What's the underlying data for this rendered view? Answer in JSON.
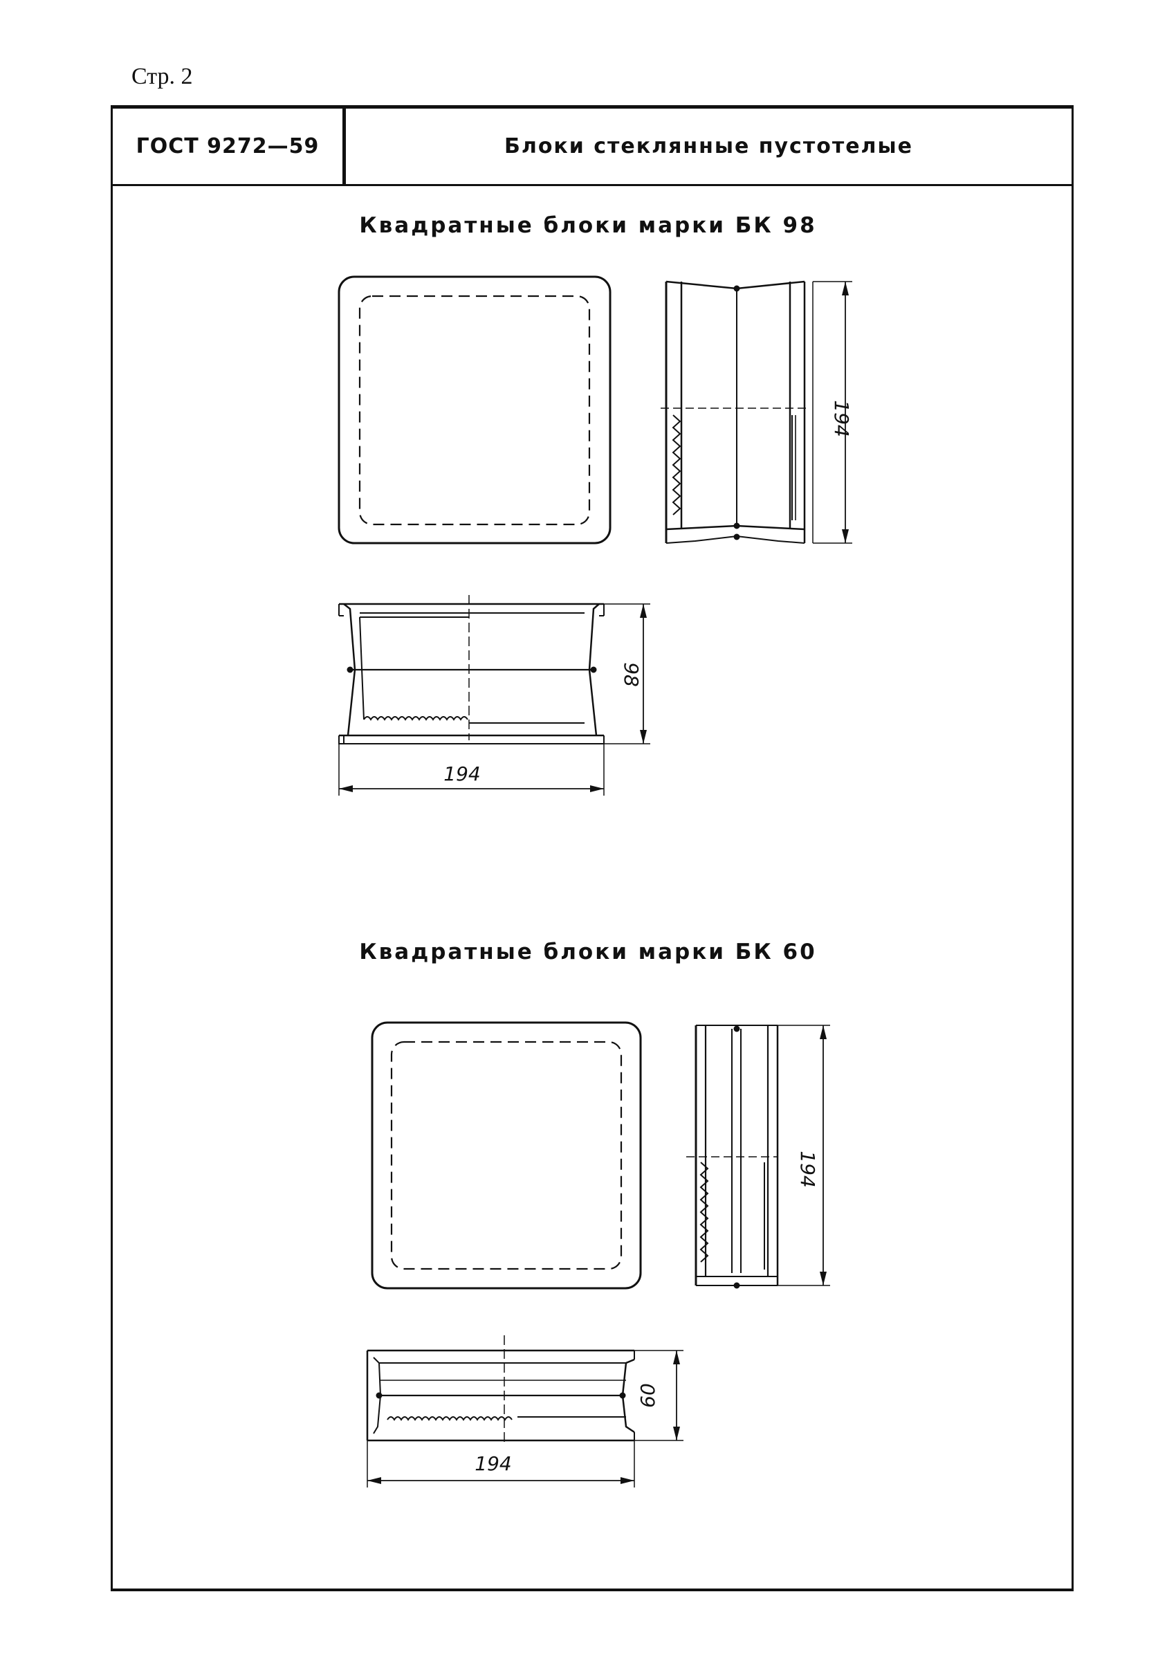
{
  "page": {
    "label": "Стр. 2"
  },
  "header": {
    "code": "ГОСТ 9272—59",
    "title": "Блоки стеклянные пустотелые"
  },
  "sections": [
    {
      "title": "Квадратные блоки марки БК 98",
      "dims": {
        "height_side": "194",
        "thickness": "98",
        "width_plan": "194"
      }
    },
    {
      "title": "Квадратные блоки марки БК 60",
      "dims": {
        "height_side": "194",
        "thickness": "60",
        "width_plan": "194"
      }
    }
  ]
}
